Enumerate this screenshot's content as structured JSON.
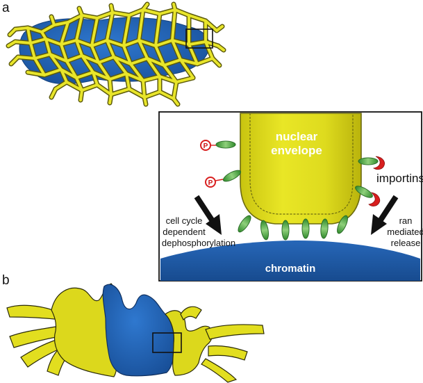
{
  "panels": {
    "a": {
      "letter": "a"
    },
    "b": {
      "letter": "b"
    }
  },
  "inset": {
    "envelope_label_line1": "nuclear",
    "envelope_label_line2": "envelope",
    "importins_label": "importins",
    "left_label": [
      "cell cycle",
      "dependent",
      "dephosphorylation"
    ],
    "right_label": [
      "ran",
      "mediated",
      "release"
    ],
    "chromatin_label": "chromatin",
    "phospho_label": "P"
  },
  "colors": {
    "envelope_yellow": "#e6e221",
    "envelope_outline": "#6b6a10",
    "chromatin_blue": "#1f5fae",
    "protein_green": "#4fa04a",
    "phospho_red": "#d81e1e",
    "importin_red": "#d81e1e"
  }
}
